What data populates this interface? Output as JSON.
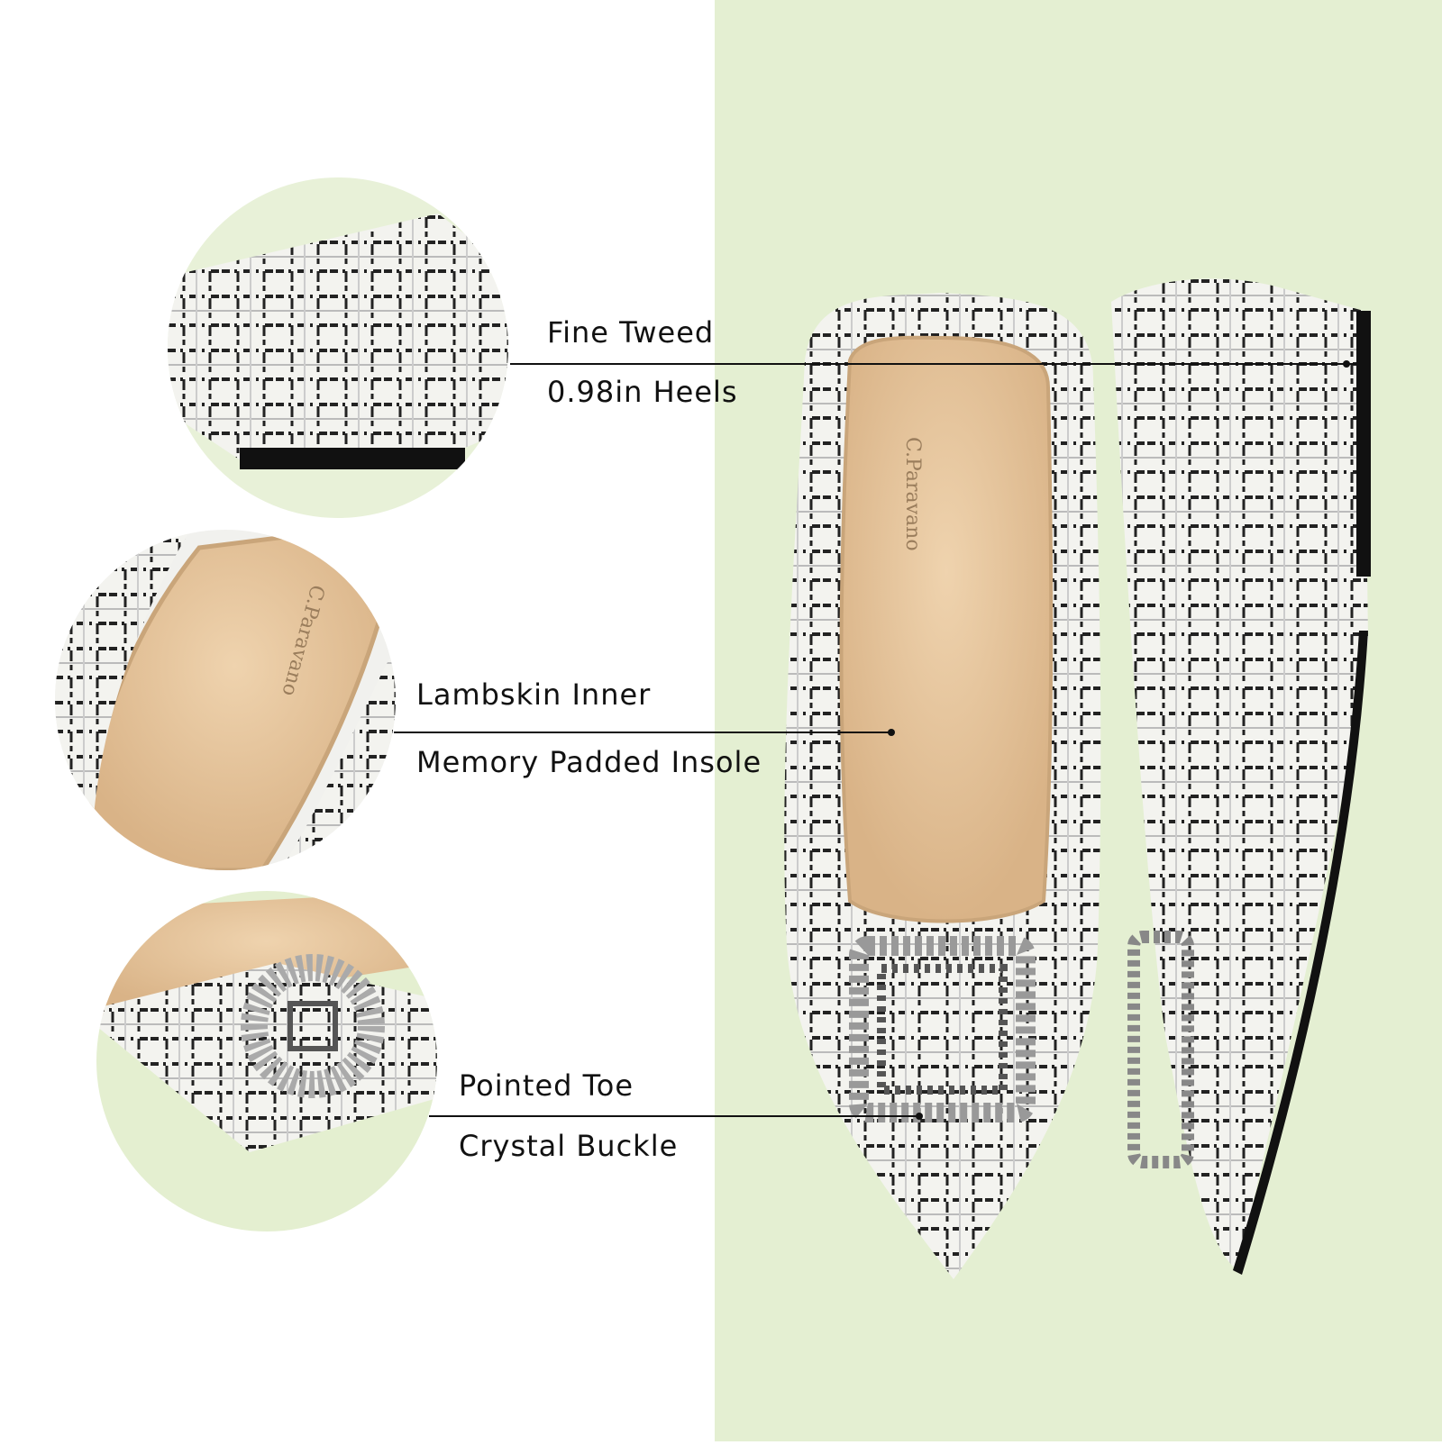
{
  "brand": "C.Paravano",
  "colors": {
    "background_right": "#e4efd2",
    "line": "#111111",
    "insole": "#e8c9a2"
  },
  "callouts": [
    {
      "id": "tweed",
      "lines": [
        "Fine Tweed",
        "0.98in Heels"
      ]
    },
    {
      "id": "insole",
      "lines": [
        "Lambskin Inner",
        "Memory Padded Insole"
      ]
    },
    {
      "id": "toe",
      "lines": [
        "Pointed Toe",
        "Crystal Buckle"
      ]
    }
  ]
}
